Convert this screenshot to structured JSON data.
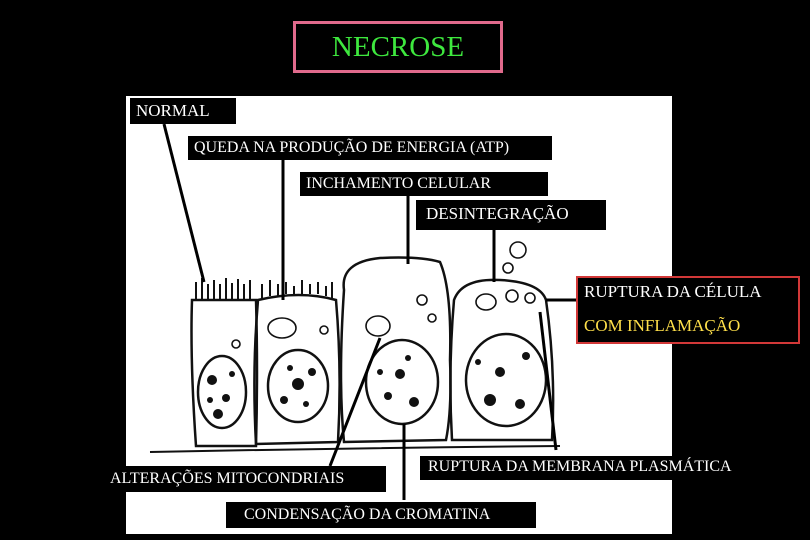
{
  "title": "NECROSE",
  "labels": {
    "normal": "NORMAL",
    "queda": "QUEDA NA PRODUÇÃO DE ENERGIA (ATP)",
    "inchamento": "INCHAMENTO CELULAR",
    "desintegracao": "DESINTEGRAÇÃO",
    "ruptura_celula": "RUPTURA DA CÉLULA",
    "com_inflamacao": "COM  INFLAMAÇÃO",
    "mitocondriais": "ALTERAÇÕES MITOCONDRIAIS",
    "membrana": "RUPTURA DA MEMBRANA PLASMÁTICA",
    "cromatina": "CONDENSAÇÃO DA CROMATINA"
  },
  "colors": {
    "background": "#000000",
    "title_text": "#3ee83e",
    "title_border": "#e06a8c",
    "inflamacao_text": "#ffe04a",
    "ruptura_border": "#d23838"
  }
}
